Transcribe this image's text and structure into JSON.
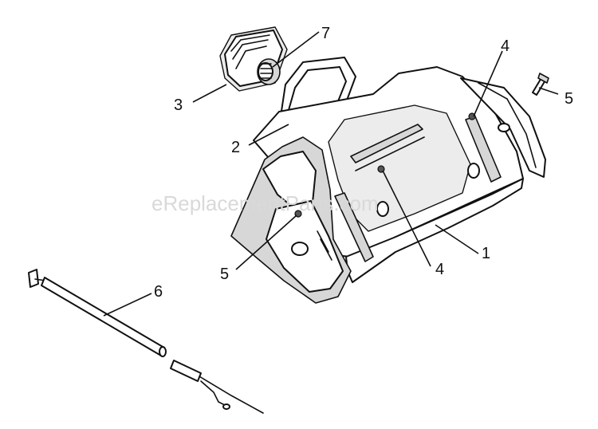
{
  "watermark": "eReplacementParts.com",
  "callouts": [
    {
      "id": "c7",
      "text": "7"
    },
    {
      "id": "c4a",
      "text": "4"
    },
    {
      "id": "c3",
      "text": "3"
    },
    {
      "id": "c5a",
      "text": "5"
    },
    {
      "id": "c2",
      "text": "2"
    },
    {
      "id": "c5b",
      "text": "5"
    },
    {
      "id": "c4b",
      "text": "4"
    },
    {
      "id": "c1",
      "text": "1"
    },
    {
      "id": "c6",
      "text": "6"
    }
  ]
}
